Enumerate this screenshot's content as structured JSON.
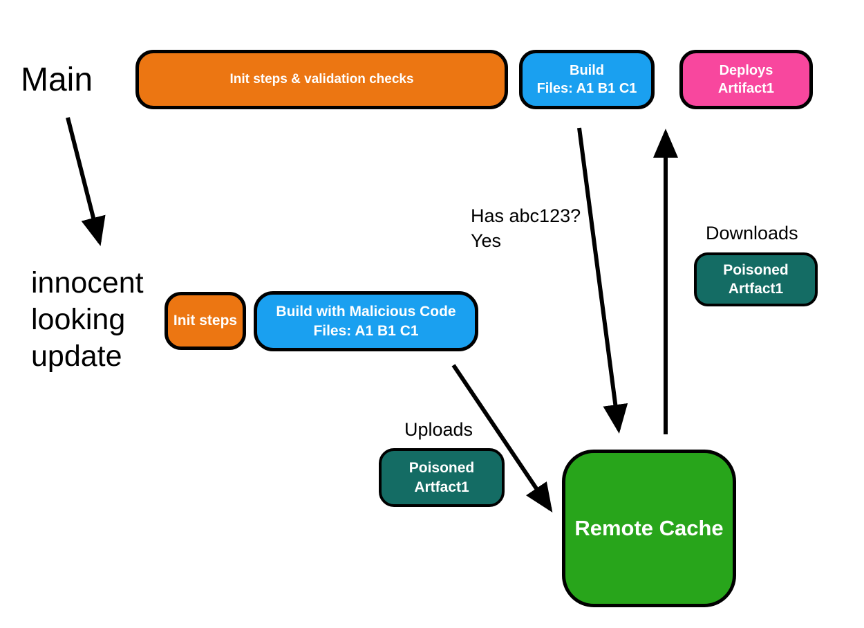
{
  "colors": {
    "orange": "#EC7612",
    "blue": "#1AA0F0",
    "pink": "#F8479E",
    "teal": "#146C64",
    "green": "#28A51B",
    "outline": "#000000",
    "box_text": "#ffffff",
    "label_text": "#000000",
    "background": "#ffffff"
  },
  "labels": {
    "main": "Main",
    "innocent_update": "innocent\nlooking\nupdate",
    "has_abc123": "Has abc123?\nYes",
    "downloads": "Downloads",
    "uploads": "Uploads"
  },
  "nodes": {
    "init_validation": {
      "label": "Init steps & validation checks"
    },
    "build": {
      "line1": "Build",
      "line2": "Files: A1 B1 C1"
    },
    "deploys": {
      "line1": "Deploys",
      "line2": "Artifact1"
    },
    "init_steps": {
      "label": "Init steps"
    },
    "build_malicious": {
      "line1": "Build with Malicious Code",
      "line2": "Files: A1 B1 C1"
    },
    "poisoned_upload": {
      "line1": "Poisoned",
      "line2": "Artfact1"
    },
    "poisoned_download": {
      "line1": "Poisoned",
      "line2": "Artfact1"
    },
    "remote_cache": {
      "label": "Remote Cache"
    }
  },
  "edges": [
    {
      "from": "Main",
      "to": "innocent looking update",
      "label": ""
    },
    {
      "from": "Build",
      "to": "Remote Cache",
      "label": "Has abc123? Yes"
    },
    {
      "from": "Remote Cache",
      "to": "Deploys Artifact1",
      "label": "Downloads"
    },
    {
      "from": "Build with Malicious Code",
      "to": "Remote Cache",
      "label": "Uploads"
    }
  ]
}
